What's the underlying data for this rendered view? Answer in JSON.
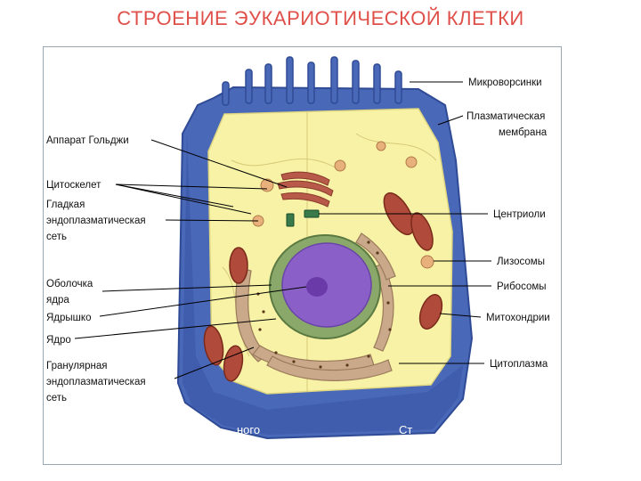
{
  "title": "СТРОЕНИЕ  ЭУКАРИОТИЧЕСКОЙ КЛЕТКИ",
  "labels_left": {
    "golgi": "Аппарат Гольджи",
    "cytoskeleton": "Цитоскелет",
    "smooth_er_1": "Гладкая",
    "smooth_er_2": "эндоплазматическая",
    "smooth_er_3": "сеть",
    "nuclear_envelope_1": "Оболочка",
    "nuclear_envelope_2": "ядра",
    "nucleolus": "Ядрышко",
    "nucleus": "Ядро",
    "rough_er_1": "Гранулярная",
    "rough_er_2": "эндоплазматическая",
    "rough_er_3": "сеть"
  },
  "labels_right": {
    "microvilli": "Микроворсинки",
    "plasma_membrane_1": "Плазматическая",
    "plasma_membrane_2": "мембрана",
    "centrioles": "Центриоли",
    "lysosomes": "Лизосомы",
    "ribosomes": "Рибосомы",
    "mitochondria": "Митохондрии",
    "cytoplasm": "Цитоплазма"
  },
  "caption": {
    "left": "ного",
    "right": "Ст"
  },
  "colors": {
    "title": "#e0504a",
    "membrane": "#4a68b8",
    "cytoplasm": "#f7f2a6",
    "nucleus_envelope": "#8aa86a",
    "chromatin": "#8a60c8",
    "mitochondria": "#b04a3a",
    "er": "#c9a98a"
  }
}
